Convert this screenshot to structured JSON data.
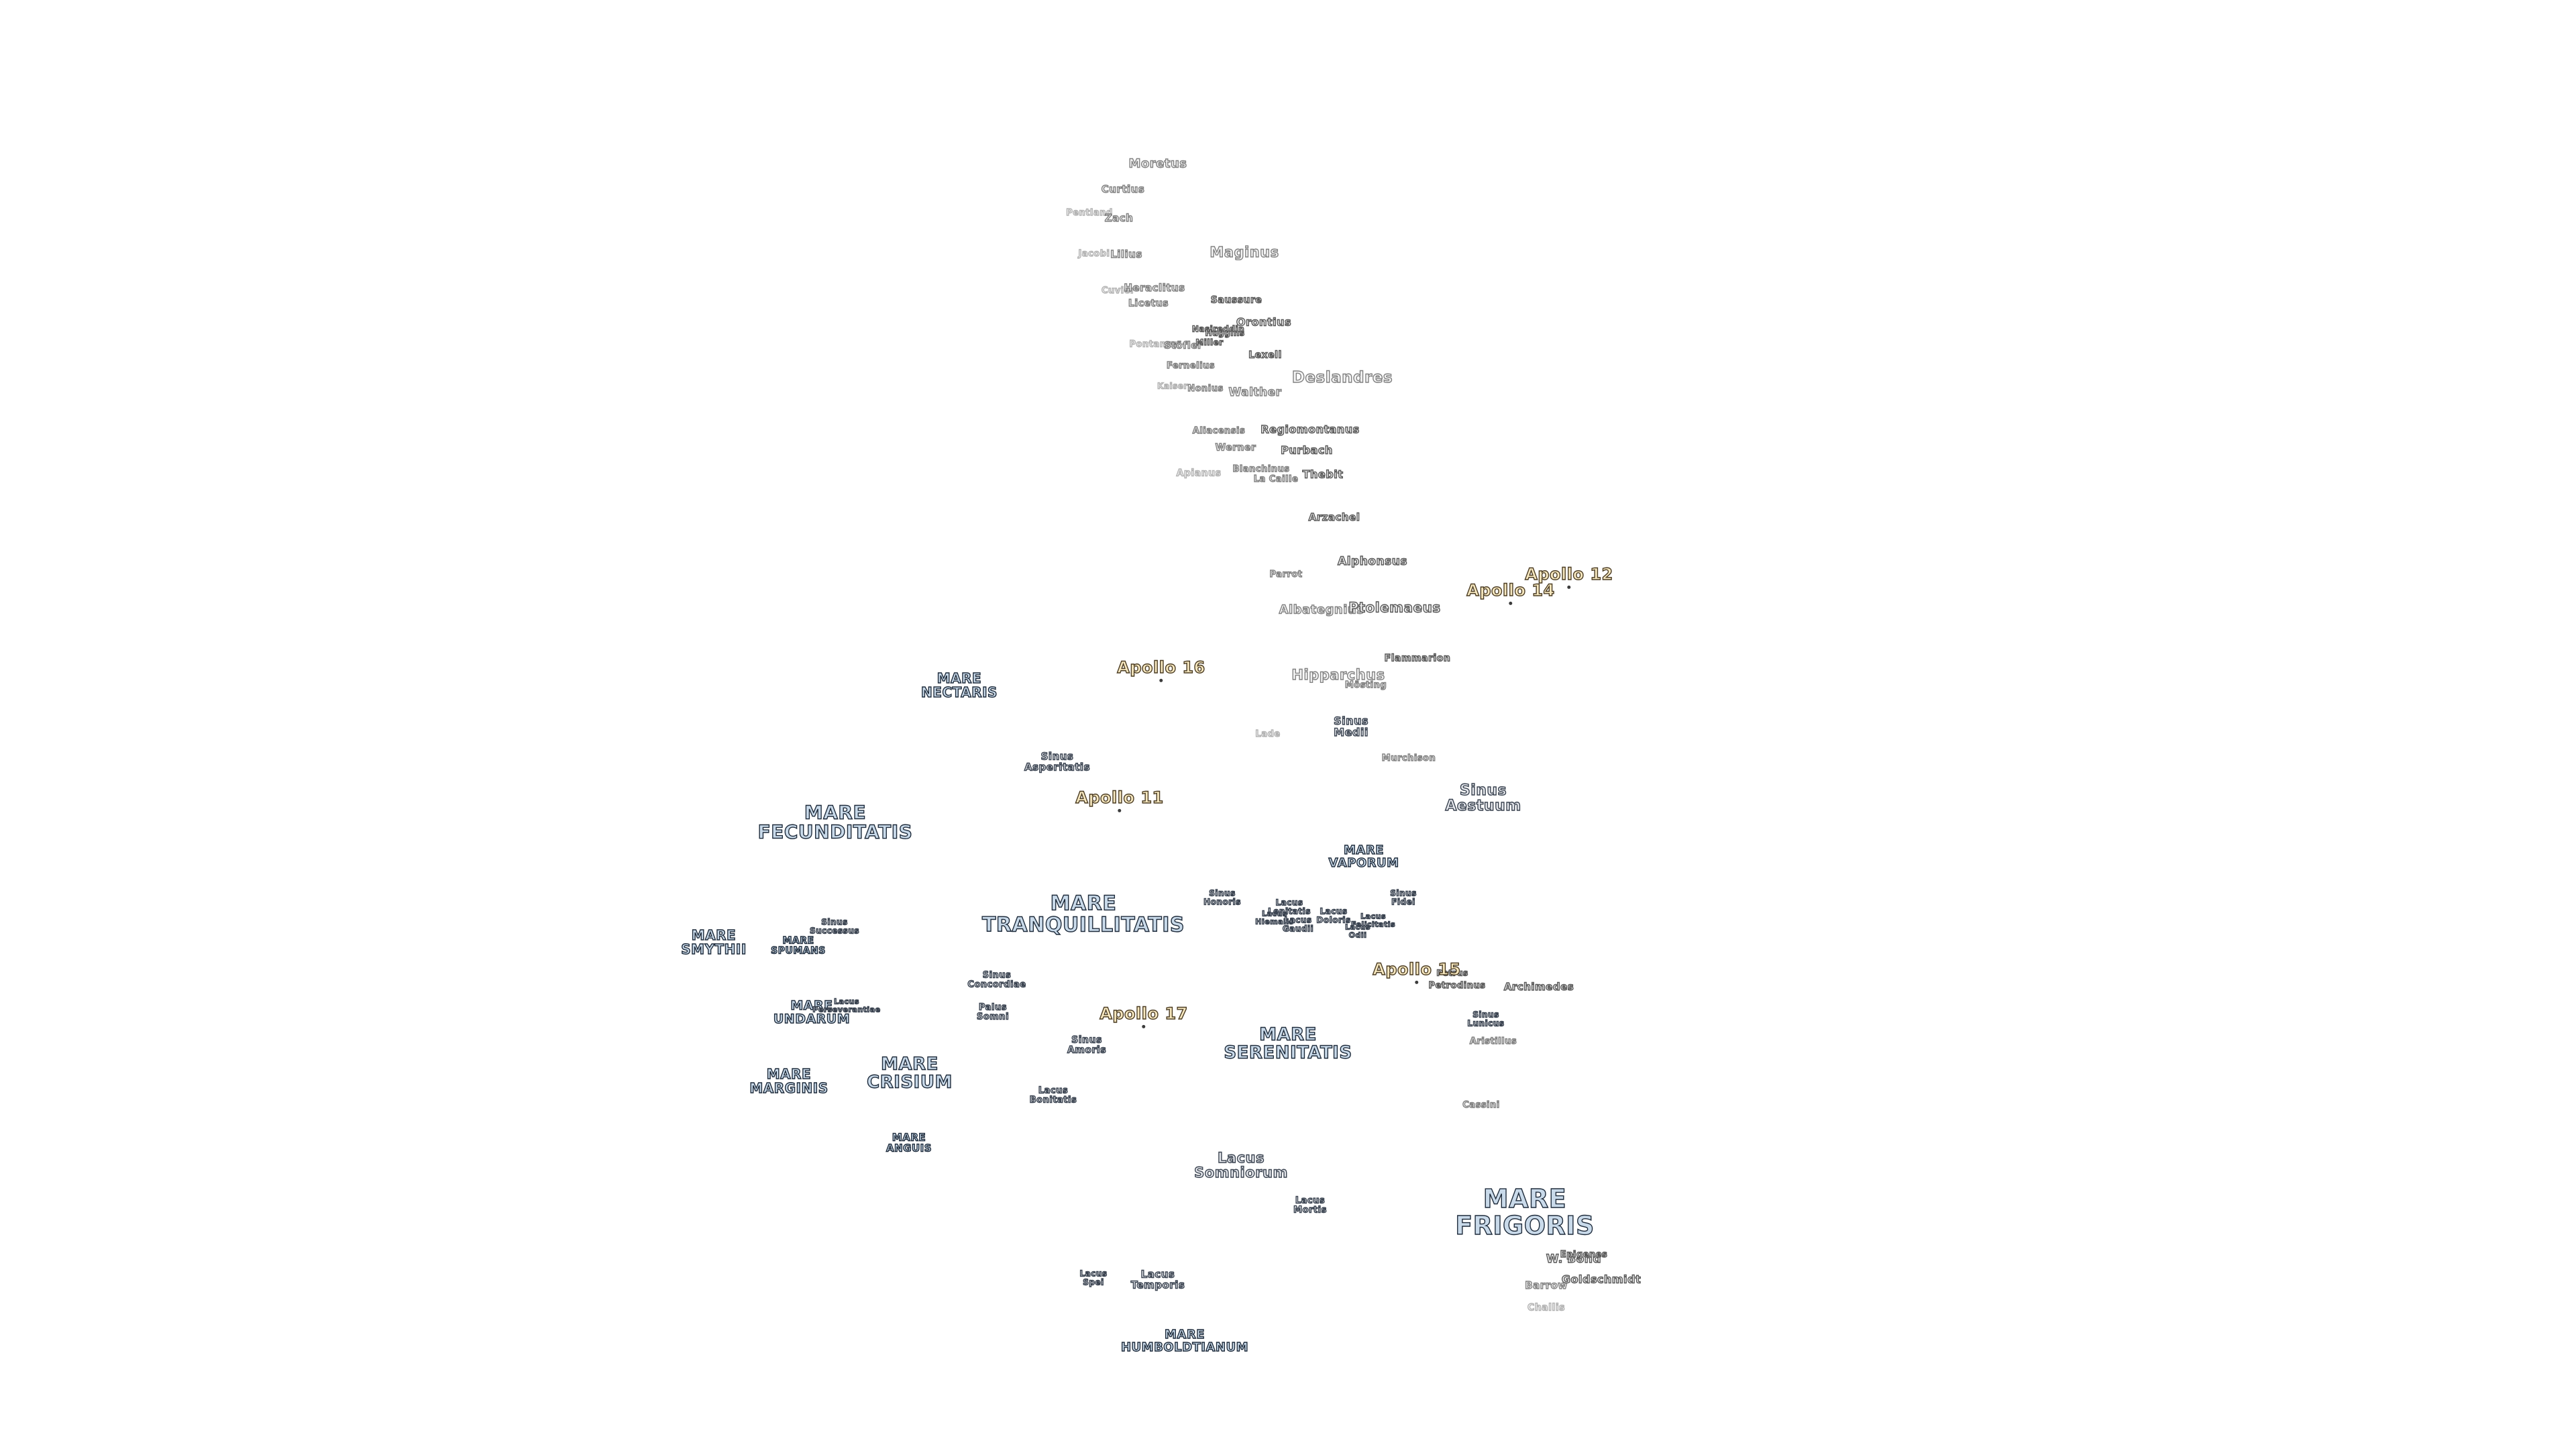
{
  "maria": [
    {
      "l1": "MARE",
      "l2": "NECTARIS"
    },
    {
      "l1": "MARE",
      "l2": "FECUNDITATIS"
    },
    {
      "l1": "MARE",
      "l2": "TRANQUILLITATIS"
    },
    {
      "l1": "MARE",
      "l2": "VAPORUM"
    },
    {
      "l1": "MARE",
      "l2": "SMYTHII"
    },
    {
      "l1": "MARE",
      "l2": "SPUMANS"
    },
    {
      "l1": "MARE",
      "l2": "UNDARUM"
    },
    {
      "l1": "MARE",
      "l2": "SERENITATIS"
    },
    {
      "l1": "MARE",
      "l2": "CRISIUM"
    },
    {
      "l1": "MARE",
      "l2": "MARGINIS"
    },
    {
      "l1": "MARE",
      "l2": "ANGUIS"
    },
    {
      "l1": "MARE",
      "l2": "FRIGORIS"
    },
    {
      "l1": "MARE",
      "l2": "HUMBOLDTIANUM"
    }
  ],
  "features": [
    {
      "l1": "Sinus",
      "l2": "Asperitatis"
    },
    {
      "l1": "Sinus",
      "l2": "Medii"
    },
    {
      "l1": "Sinus",
      "l2": "Aestuum"
    },
    {
      "l1": "Sinus",
      "l2": "Successus"
    },
    {
      "l1": "Sinus",
      "l2": "Honoris"
    },
    {
      "l1": "Lacus",
      "l2": "Lenitatis"
    },
    {
      "l1": "Lacus",
      "l2": "Hiemalis"
    },
    {
      "l1": "Lacus",
      "l2": "Doloris"
    },
    {
      "l1": "Lacus",
      "l2": "Gaudii"
    },
    {
      "l1": "Lacus",
      "l2": "Felicitatis"
    },
    {
      "l1": "Lacus",
      "l2": "Odii"
    },
    {
      "l1": "Sinus",
      "l2": "Fidei"
    },
    {
      "l1": "Sinus",
      "l2": "Concordiae"
    },
    {
      "l1": "Lacus",
      "l2": "Perseverantiae"
    },
    {
      "l1": "Palus",
      "l2": "Somni"
    },
    {
      "l1": "Sinus",
      "l2": "Amoris"
    },
    {
      "l1": "Sinus",
      "l2": "Lunicus"
    },
    {
      "l1": "Lacus",
      "l2": "Bonitatis"
    },
    {
      "l1": "Lacus",
      "l2": "Somniorum"
    },
    {
      "l1": "Lacus",
      "l2": "Mortis"
    },
    {
      "l1": "Lacus",
      "l2": "Spei"
    },
    {
      "l1": "Lacus",
      "l2": "Temporis"
    }
  ],
  "craters": [
    "Moretus",
    "Curtius",
    "Pentland",
    "Zach",
    "Jacobi",
    "Lilius",
    "Maginus",
    "Cuvier",
    "Heraclitus",
    "Licetus",
    "Saussure",
    "Orontius",
    "Nasireddin",
    "Huggins",
    "Miller",
    "Pontanus",
    "Stöfler",
    "Lexell",
    "Fernelius",
    "Kaiser",
    "Nonius",
    "Walther",
    "Deslandres",
    "Aliacensis",
    "Regiomontanus",
    "Werner",
    "Purbach",
    "Blanchinus",
    "Apianus",
    "La Caille",
    "Thebit",
    "Arzachel",
    "Alphonsus",
    "Parrot",
    "Albategnius",
    "Ptolemaeus",
    "Flammarion",
    "Hipparchus",
    "Mösting",
    "Lade",
    "Murchison",
    "Petrus",
    "Petrodinus",
    "Archimedes",
    "Aristillus",
    "Cassini",
    "W. Bond",
    "Epigenes",
    "Goldschmidt",
    "Barrow",
    "Challis"
  ],
  "apollo": [
    {
      "label": "Apollo 12"
    },
    {
      "label": "Apollo 14"
    },
    {
      "label": "Apollo 16"
    },
    {
      "label": "Apollo 11"
    },
    {
      "label": "Apollo 15"
    },
    {
      "label": "Apollo 17"
    }
  ]
}
